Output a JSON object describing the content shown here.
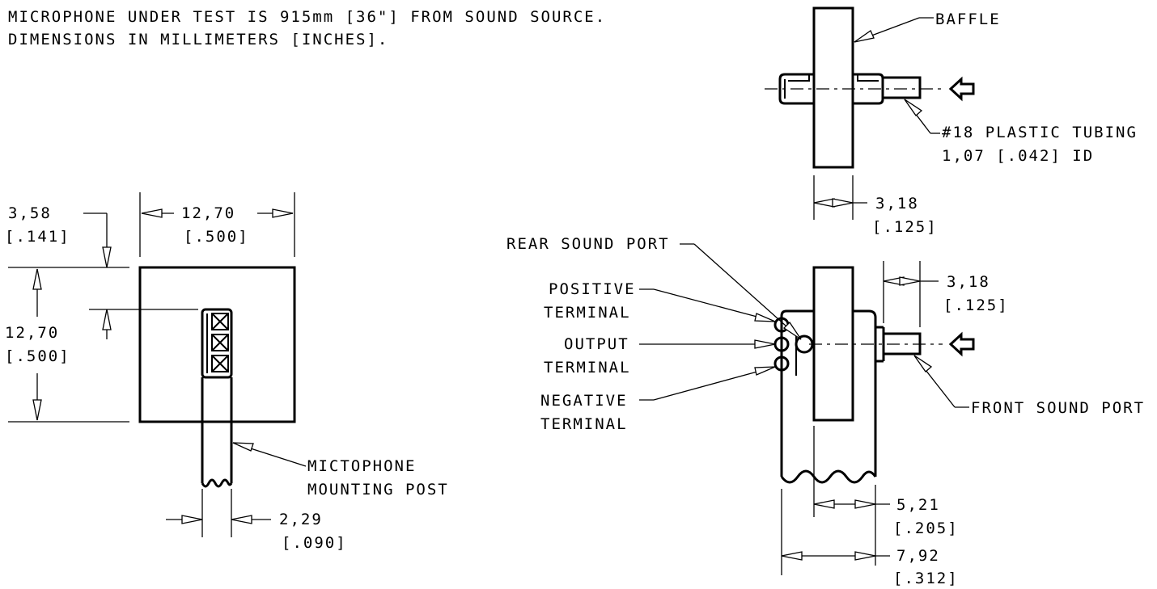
{
  "notes": {
    "line1": "MICROPHONE UNDER TEST IS 915mm [36\"] FROM SOUND SOURCE.",
    "line2": "DIMENSIONS IN MILLIMETERS [INCHES]."
  },
  "front_view": {
    "dim_top_offset": {
      "mm": "3,58",
      "in": "[.141]"
    },
    "dim_width": {
      "mm": "12,70",
      "in": "[.500]"
    },
    "dim_height": {
      "mm": "12,70",
      "in": "[.500]"
    },
    "dim_post": {
      "mm": "2,29",
      "in": "[.090]"
    },
    "post_label": {
      "line1": "MICTOPHONE",
      "line2": "MOUNTING POST"
    }
  },
  "top_view": {
    "baffle_label": "BAFFLE",
    "tubing_label": {
      "line1": "#18 PLASTIC TUBING",
      "line2": "1,07 [.042] ID"
    },
    "dim_baffle": {
      "mm": "3,18",
      "in": "[.125]"
    }
  },
  "side_view": {
    "rear_port": "REAR SOUND PORT",
    "positive": {
      "line1": "POSITIVE",
      "line2": "TERMINAL"
    },
    "output": {
      "line1": "OUTPUT",
      "line2": "TERMINAL"
    },
    "negative": {
      "line1": "NEGATIVE",
      "line2": "TERMINAL"
    },
    "front_port": "FRONT SOUND PORT",
    "dim_tube": {
      "mm": "3,18",
      "in": "[.125]"
    },
    "dim_inner": {
      "mm": "5,21",
      "in": "[.205]"
    },
    "dim_outer": {
      "mm": "7,92",
      "in": "[.312]"
    }
  }
}
